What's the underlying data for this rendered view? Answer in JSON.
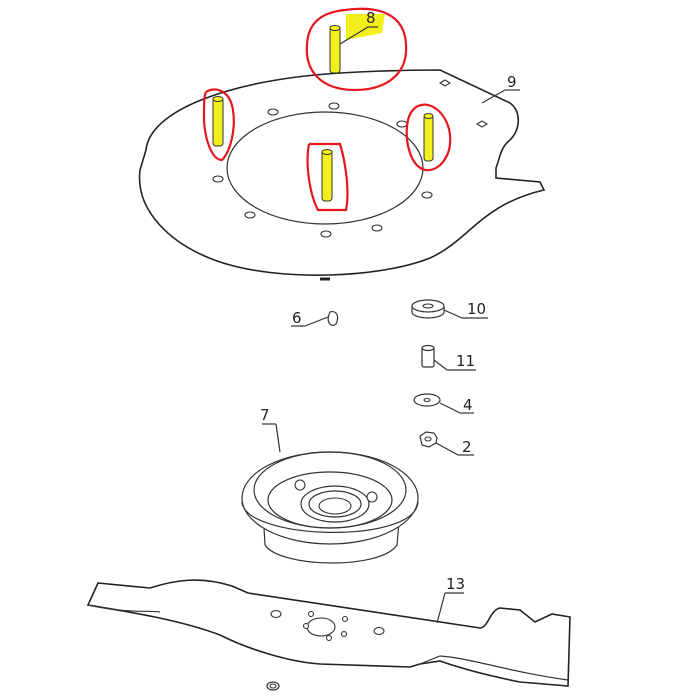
{
  "diagram": {
    "type": "exploded-parts-view",
    "subject": "mower blade assembly",
    "colors": {
      "line": "#333333",
      "highlight": "#f3ef1c",
      "annotation_circle": "#e3171d",
      "background": "#ffffff"
    },
    "callouts": [
      {
        "id": "8",
        "label": "8",
        "part": "pin (x4, highlighted)"
      },
      {
        "id": "9",
        "label": "9",
        "part": "deck plate"
      },
      {
        "id": "6",
        "label": "6",
        "part": "woodruff key"
      },
      {
        "id": "10",
        "label": "10",
        "part": "spacer washer"
      },
      {
        "id": "11",
        "label": "11",
        "part": "bushing"
      },
      {
        "id": "4",
        "label": "4",
        "part": "washer"
      },
      {
        "id": "2",
        "label": "2",
        "part": "nut"
      },
      {
        "id": "7",
        "label": "7",
        "part": "blade hub / pulley"
      },
      {
        "id": "13",
        "label": "13",
        "part": "blade"
      }
    ],
    "highlighted_parts": [
      {
        "label": "8",
        "position": "top"
      },
      {
        "label": "8",
        "position": "left"
      },
      {
        "label": "8",
        "position": "center"
      },
      {
        "label": "8",
        "position": "right"
      }
    ]
  }
}
